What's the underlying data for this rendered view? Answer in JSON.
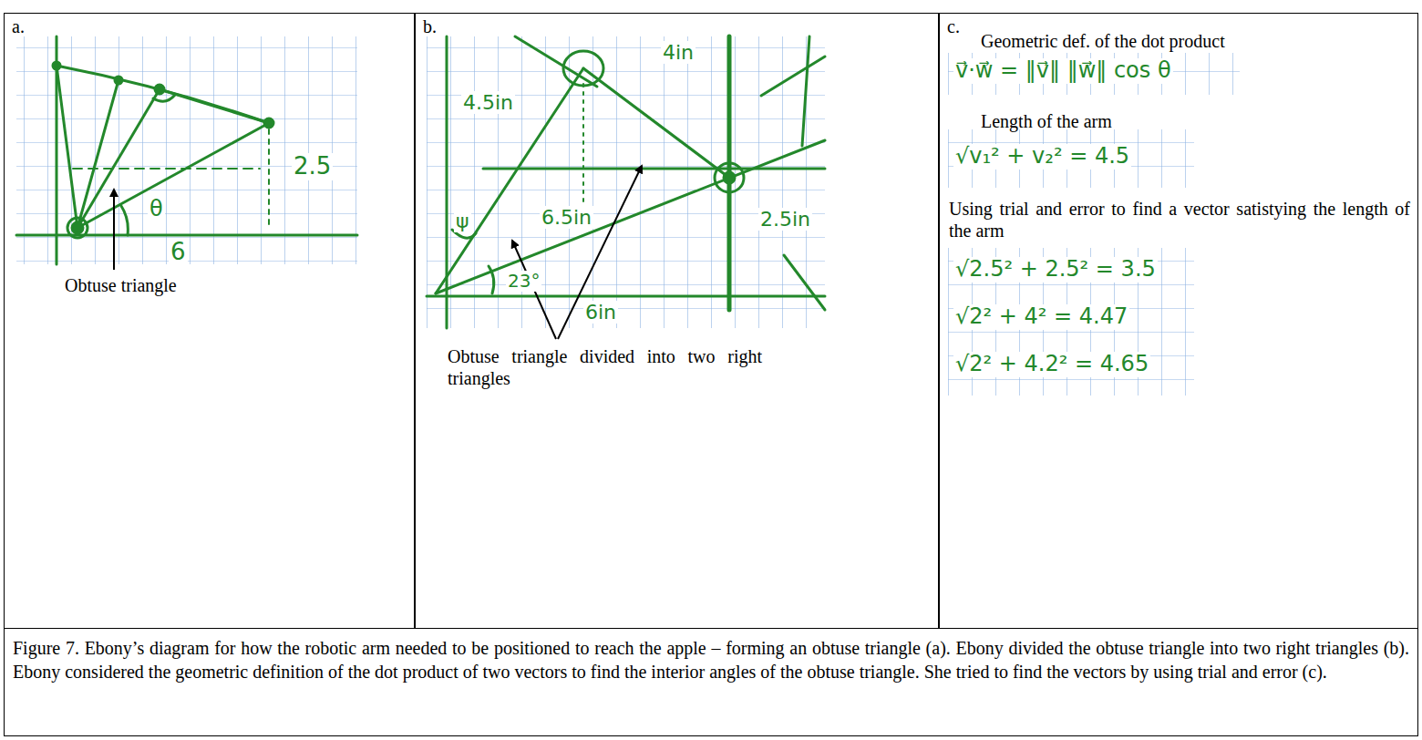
{
  "diagram": {
    "caption": "Figure 7.  Ebony’s diagram for how the robotic arm needed to be positioned to reach the apple – forming an obtuse triangle (a). Ebony divided the obtuse triangle into two right triangles (b). Ebony considered the geometric definition of the dot product of two vectors to find the interior angles of the obtuse triangle. She tried to find the vectors by using trial and error (c).",
    "nodes": [
      {
        "text": [
          "a.",
          "Obtuse triangle"
        ]
      },
      {
        "text": [
          "b.",
          "Obtuse triangle divided into two right triangles"
        ]
      },
      {
        "text": [
          "c.",
          "Geometric def. of the dot product",
          "Length of the arm",
          "Using trial and error to find a vector satistying the length of the arm"
        ]
      }
    ],
    "labels": [
      "2.5",
      "θ",
      "6",
      "4.5in",
      "4in",
      "ψ",
      "6.5in",
      "23°",
      "6in",
      "2.5in",
      "v⃗·w⃗ = ‖v⃗‖ ‖w⃗‖ cos θ",
      "√v₁² + v₂² = 4.5",
      "√2.5² + 2.5² = 3.5",
      "√2² + 4² = 4.47",
      "√2² + 4.2² = 4.65"
    ]
  }
}
